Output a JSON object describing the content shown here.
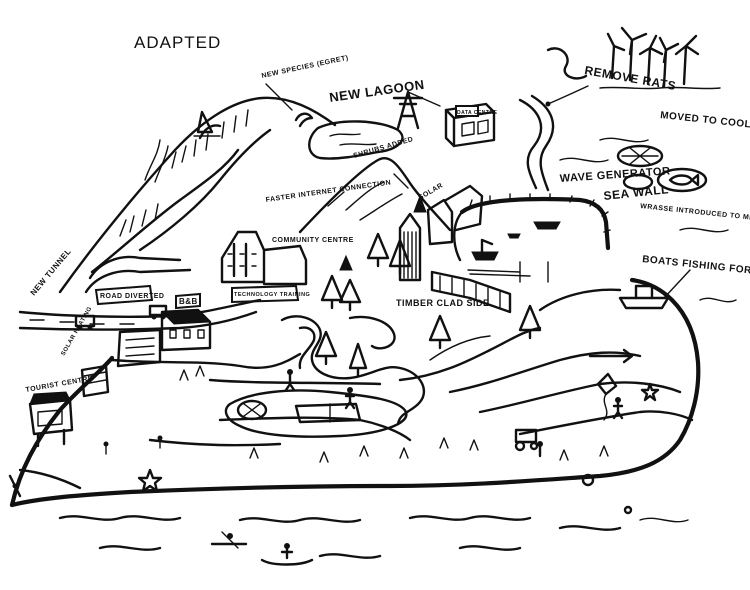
{
  "map": {
    "title": "ADAPTED",
    "labels": {
      "new_species": "NEW SPECIES (EGRET)",
      "new_lagoon": "NEW LAGOON",
      "data_centre": "DATA CENTRE",
      "remove_rats": "REMOVE RATS",
      "moved_to_cooler_waters": "MOVED TO COOLER WATERS",
      "shrubs_added": "SHRUBS ADDED",
      "faster_internet": "FASTER INTERNET CONNECTION",
      "solar": "SOLAR",
      "wave_generator": "WAVE GENERATOR",
      "sea_wall": "SEA WALL",
      "wrasse_introduced": "WRASSE INTRODUCED TO MINIMISE SEA-LICE",
      "community_centre": "COMMUNITY CENTRE",
      "technology_training": "TECHNOLOGY TRAINING",
      "new_tunnel": "NEW TUNNEL",
      "road_diverted": "ROAD DIVERTED",
      "bnb": "B&B",
      "boats_fishing": "BOATS FISHING FOR RED MULLET",
      "timber_clad_side": "TIMBER CLAD SIDE",
      "solar_heating": "SOLAR HEATING",
      "tourist_centre": "TOURIST CENTRE"
    }
  }
}
